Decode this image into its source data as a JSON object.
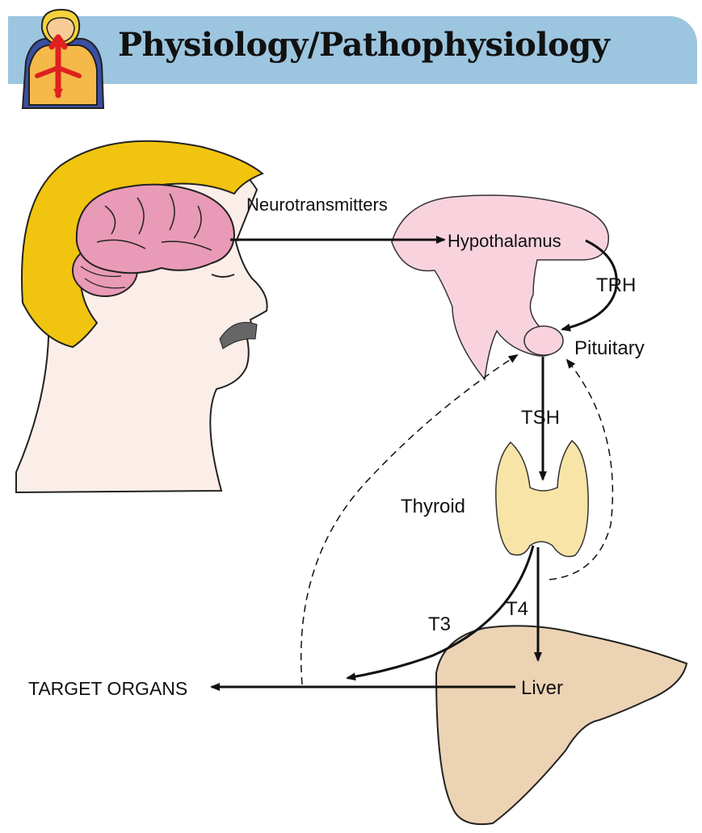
{
  "header": {
    "title": "Physiology/Pathophysiology",
    "logo_icon": "person-with-arrows-icon"
  },
  "diagram": {
    "labels": {
      "neurotransmitters": "Neurotransmitters",
      "hypothalamus": "Hypothalamus",
      "trh": "TRH",
      "pituitary": "Pituitary",
      "tsh": "TSH",
      "thyroid": "Thyroid",
      "t4": "T4",
      "t3": "T3",
      "liver": "Liver",
      "target_organs": "TARGET ORGANS"
    }
  },
  "colors": {
    "banner": "#9cc5df",
    "hair": "#f1c40f",
    "brain": "#e99ab6",
    "hypothalamus": "#f8d3de",
    "thyroid": "#f7e4a6",
    "liver": "#ecd3b4",
    "arrow": "#111111"
  }
}
